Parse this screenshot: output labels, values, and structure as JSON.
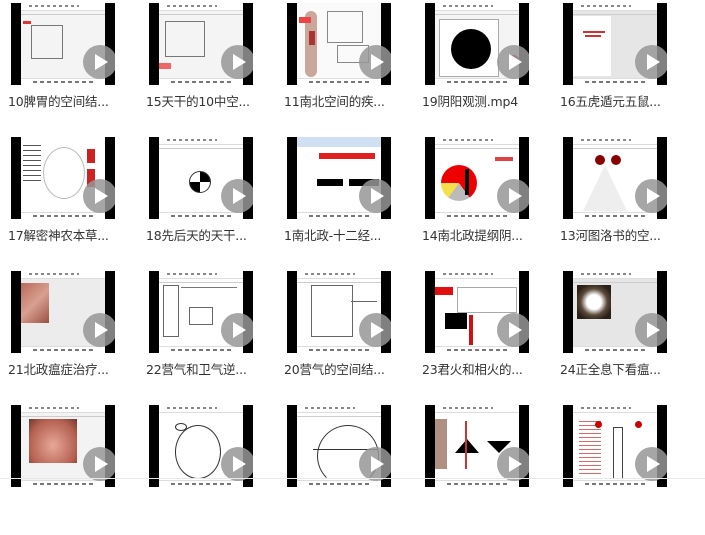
{
  "file_grid": {
    "items": [
      {
        "label": "10脾胃的空间结...",
        "kind": "diagram-box"
      },
      {
        "label": "15天干的10中空...",
        "kind": "diagram-box-small"
      },
      {
        "label": "11南北空间的疾...",
        "kind": "anatomy"
      },
      {
        "label": "19阴阳观测.mp4",
        "kind": "black-circle"
      },
      {
        "label": "16五虎遁元五鼠...",
        "kind": "blank-panel"
      },
      {
        "label": "17解密神农本草...",
        "kind": "text-circle"
      },
      {
        "label": "18先后天的天干...",
        "kind": "yinyang"
      },
      {
        "label": "1南北政-十二经...",
        "kind": "bars"
      },
      {
        "label": "14南北政提纲阴...",
        "kind": "color-sphere"
      },
      {
        "label": "13河图洛书的空...",
        "kind": "triangle"
      },
      {
        "label": "21北政瘟症治疗...",
        "kind": "photo-tongue"
      },
      {
        "label": "22营气和卫气逆...",
        "kind": "flow-boxes"
      },
      {
        "label": "20营气的空间结...",
        "kind": "flow-lines"
      },
      {
        "label": "23君火和相火的...",
        "kind": "red-black-blocks"
      },
      {
        "label": "24正全息下看瘟...",
        "kind": "photo-mouth"
      },
      {
        "label": "",
        "kind": "photo-palate"
      },
      {
        "label": "",
        "kind": "circle-lines"
      },
      {
        "label": "",
        "kind": "arc"
      },
      {
        "label": "",
        "kind": "cones"
      },
      {
        "label": "",
        "kind": "meridian-figure"
      }
    ]
  },
  "colors": {
    "play_button": "#969696",
    "label_text": "#333333",
    "letterbox": "#000000"
  },
  "icons": {
    "play": "play-icon"
  }
}
